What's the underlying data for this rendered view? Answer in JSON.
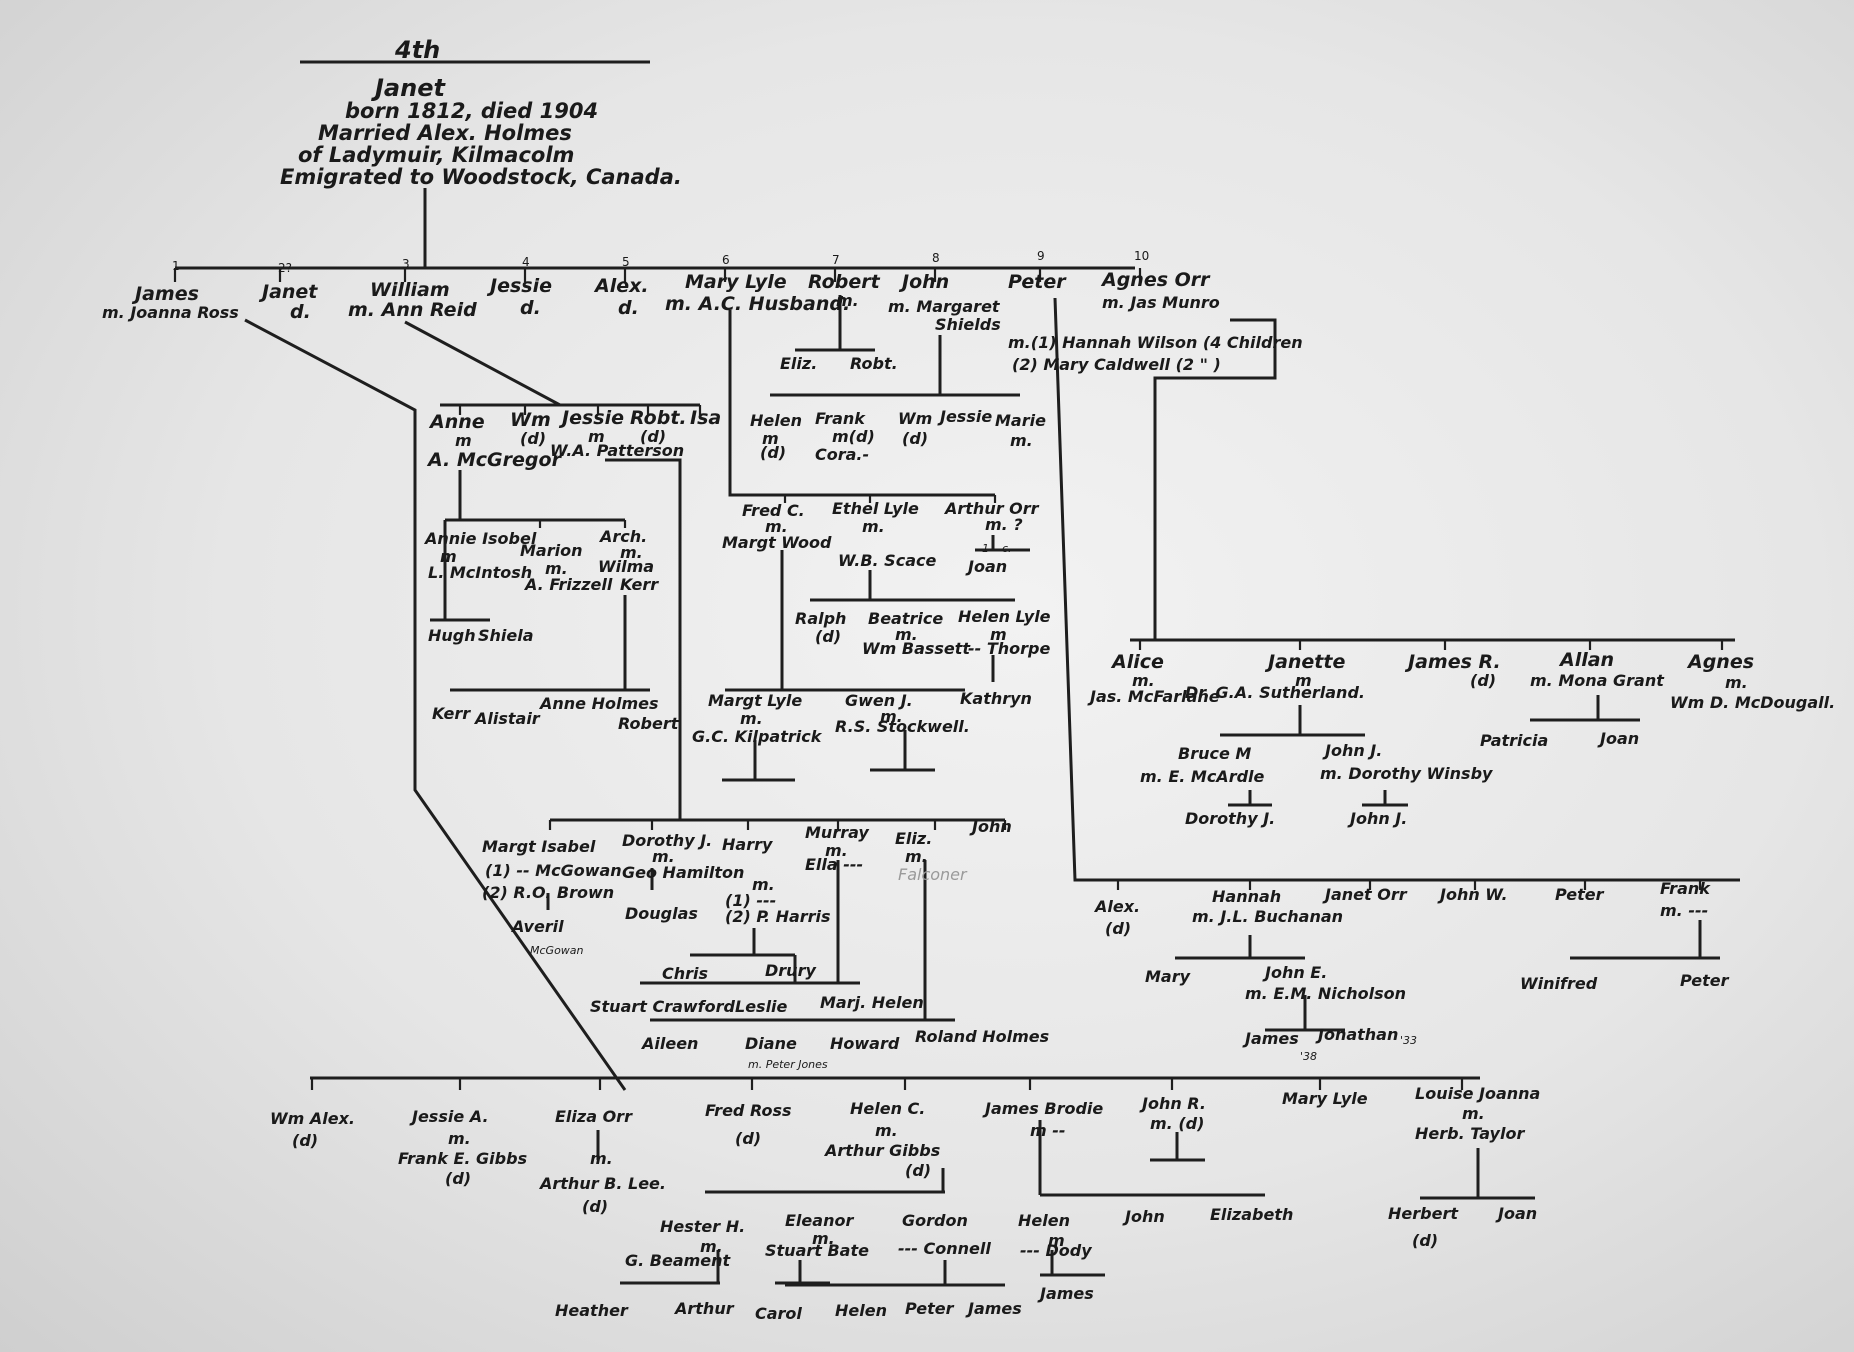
{
  "header": {
    "number": "4th",
    "name": "Janet",
    "born": "born 1812, died 1904",
    "married": "Married Alex. Holmes",
    "place": "of Ladymuir, Kilmacolm",
    "emigrated": "Emigrated to Woodstock, Canada."
  },
  "nums": [
    "1",
    "2",
    "3",
    "4",
    "5",
    "6",
    "7",
    "8",
    "9",
    "10",
    "2?"
  ],
  "gen1": {
    "james": [
      "James",
      "m. Joanna Ross"
    ],
    "janet": [
      "Janet",
      "d."
    ],
    "william": [
      "William",
      "m. Ann Reid"
    ],
    "jessie": [
      "Jessie",
      "d."
    ],
    "alex": [
      "Alex.",
      "d."
    ],
    "marylyle": [
      "Mary Lyle",
      "m. A.C. Husband."
    ],
    "robert": [
      "Robert",
      "m."
    ],
    "john": [
      "John",
      "m. Margaret",
      "Shields"
    ],
    "peter": [
      "Peter",
      "m.(1) Hannah Wilson (4 Children",
      "(2) Mary Caldwell (2 \" )"
    ],
    "agnes": [
      "Agnes Orr",
      "m. Jas Munro"
    ]
  },
  "robert_kids": [
    "Eliz.",
    "Robt."
  ],
  "william_kids": {
    "anne": [
      "Anne",
      "m",
      "A. McGregor"
    ],
    "wm": [
      "Wm",
      "(d)"
    ],
    "jessie": [
      "Jessie",
      "m",
      "W.A. Patterson"
    ],
    "robt": [
      "Robt.",
      "(d)"
    ],
    "isa": [
      "Isa"
    ]
  },
  "mcgregor_kids": {
    "annie": [
      "Annie Isobel",
      "m",
      "L. McIntosh"
    ],
    "marion": [
      "Marion",
      "m.",
      "A. Frizzell"
    ],
    "arch": [
      "Arch.",
      "m.",
      "Wilma",
      "Kerr"
    ]
  },
  "mcintosh_kids": [
    "Hugh",
    "Shiela"
  ],
  "kerr_kids": [
    "Kerr",
    "Alistair",
    "Anne Holmes",
    "Robert"
  ],
  "john_kids": {
    "helen": [
      "Helen",
      "m",
      "(d)"
    ],
    "frank": [
      "Frank",
      "m(d)",
      "Cora.-"
    ],
    "wm": [
      "Wm",
      "(d)"
    ],
    "jessie": [
      "Jessie"
    ],
    "marie": [
      "Marie",
      "m."
    ]
  },
  "husband_kids": {
    "fred": [
      "Fred C.",
      "m.",
      "Margt Wood"
    ],
    "ethel": [
      "Ethel Lyle",
      "m.",
      "W.B. Scace"
    ],
    "arthur": [
      "Arthur Orr",
      "m. ?",
      "Joan"
    ]
  },
  "arthur_kids": [
    "1",
    "c."
  ],
  "scace_kids": {
    "ralph": [
      "Ralph",
      "(d)"
    ],
    "beatrice": [
      "Beatrice",
      "m.",
      "Wm Bassett"
    ],
    "helen": [
      "Helen Lyle",
      "m",
      "-- Thorpe"
    ]
  },
  "wood_kids": {
    "margt": [
      "Margt Lyle",
      "m.",
      "G.C. Kilpatrick"
    ],
    "gwen": [
      "Gwen J.",
      "m.",
      "R.S. Stockwell."
    ]
  },
  "thorpe_kids": [
    "Kathryn"
  ],
  "patterson_kids": {
    "margt": [
      "Margt Isabel",
      "(1) -- McGowan",
      "(2) R.O. Brown"
    ],
    "dorothy": [
      "Dorothy J.",
      "m.",
      "Geo Hamilton"
    ],
    "harry": [
      "Harry",
      "m.",
      "(1) ---",
      "(2) P. Harris"
    ],
    "murray": [
      "Murray",
      "m.",
      "Ella ---"
    ],
    "eliz": [
      "Eliz.",
      "m.",
      "Falconer"
    ],
    "john": [
      "John"
    ]
  },
  "averil": [
    "Averil",
    "McGowan"
  ],
  "douglas": [
    "Douglas"
  ],
  "harris_kids": [
    "Chris",
    "Drury"
  ],
  "drury_kids": [
    "Stuart Crawford",
    "Leslie",
    "Marj. Helen"
  ],
  "falconer_kids": [
    "Aileen",
    "Diane",
    "m. Peter Jones",
    "Howard",
    "Roland Holmes"
  ],
  "munro_kids": {
    "alice": [
      "Alice",
      "m.",
      "Jas. McFarlane"
    ],
    "janette": [
      "Janette",
      "m",
      "Dr. G.A. Sutherland."
    ],
    "james": [
      "James R.",
      "(d)"
    ],
    "allan": [
      "Allan",
      "m. Mona Grant"
    ],
    "agnes": [
      "Agnes",
      "m.",
      "Wm D. McDougall."
    ]
  },
  "sutherland_kids": {
    "bruce": [
      "Bruce M",
      "m. E. McArdle"
    ],
    "johnj": [
      "John J.",
      "m. Dorothy Winsby"
    ]
  },
  "dorothyj": [
    "Dorothy J."
  ],
  "johnjr": [
    "John J."
  ],
  "grant_kids": [
    "Patricia",
    "Joan"
  ],
  "peter_kids": {
    "alex": [
      "Alex.",
      "(d)"
    ],
    "hannah": [
      "Hannah",
      "m. J.L. Buchanan"
    ],
    "janet": [
      "Janet Orr"
    ],
    "johnw": [
      "John W."
    ],
    "peter": [
      "Peter"
    ],
    "frank": [
      "Frank",
      "m. ---"
    ]
  },
  "buchanan_kids": {
    "mary": [
      "Mary"
    ],
    "johne": [
      "John E.",
      "m. E.M. Nicholson"
    ]
  },
  "nicholson_kids": [
    "James",
    "'38",
    "Jonathan",
    "'33"
  ],
  "frank_kids": [
    "Winifred",
    "Peter"
  ],
  "james_kids": {
    "wm": [
      "Wm Alex.",
      "(d)"
    ],
    "jessie": [
      "Jessie A.",
      "m.",
      "Frank E. Gibbs",
      "(d)"
    ],
    "eliza": [
      "Eliza Orr",
      "m.",
      "Arthur B. Lee.",
      "(d)"
    ],
    "fred": [
      "Fred Ross",
      "(d)"
    ],
    "helen": [
      "Helen C.",
      "m.",
      "Arthur Gibbs",
      "(d)"
    ],
    "jamesb": [
      "James Brodie",
      "m --"
    ],
    "johnr": [
      "John R.",
      "m. (d)"
    ],
    "marylyle": [
      "Mary Lyle"
    ],
    "louise": [
      "Louise Joanna",
      "m.",
      "Herb. Taylor"
    ]
  },
  "gibbs_kids": {
    "hester": [
      "Hester H.",
      "m.",
      "G. Beament"
    ],
    "eleanor": [
      "Eleanor",
      "m.",
      "Stuart Bate"
    ],
    "gordon": [
      "Gordon",
      "--- Connell"
    ]
  },
  "beament_kids": [
    "Heather",
    "Arthur"
  ],
  "connell_kids": [
    "Carol",
    "Helen",
    "Peter",
    "James"
  ],
  "brodie_kids": {
    "helen": [
      "Helen",
      "m",
      "--- Dody"
    ],
    "john": [
      "John"
    ],
    "elizabeth": [
      "Elizabeth"
    ]
  },
  "dody_kids": [
    "James"
  ],
  "taylor_kids": {
    "herbert": [
      "Herbert",
      "(d)"
    ],
    "joan": [
      "Joan"
    ]
  }
}
